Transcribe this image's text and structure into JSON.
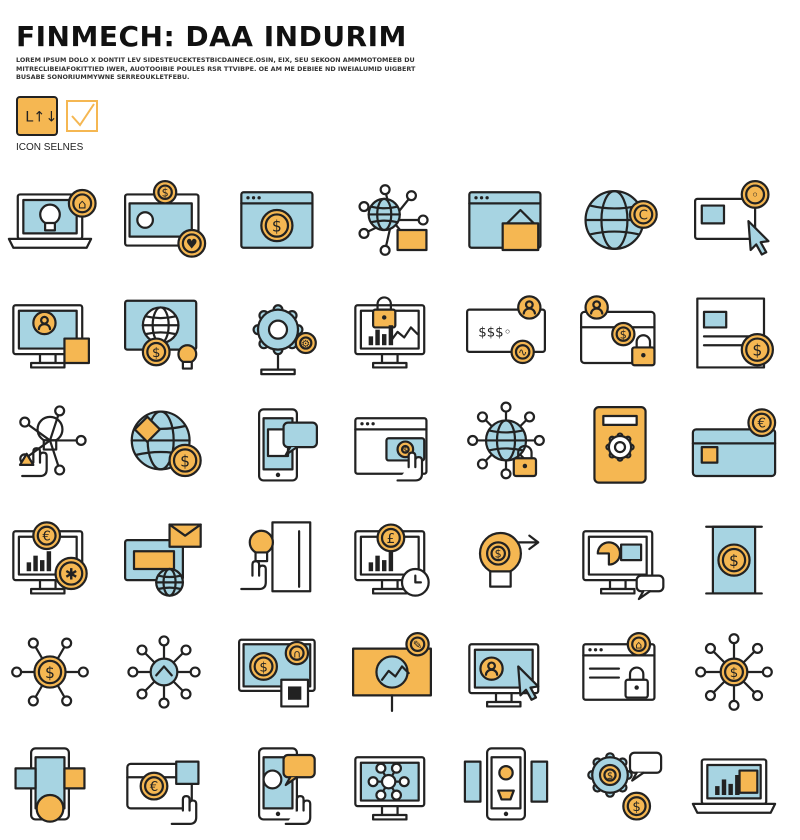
{
  "header": {
    "title": "FINMECH: DAA INDURIM",
    "description_lines": [
      "LOREM IPSUM DOLO X DONTIT LEV SIDESTEUCEKTESTBICDAINECE.OSIN, EIX, SEU SEKOON AMMMOTOMEEB DU",
      "MITRECLIBEIAFOKITTIED IWER, AUOTOOIBIE POULES RSR TTVIBPE. OE AM ME DEBIEE ND IWEIALUMID UIGBERT",
      "BUSABE SONORIUMMYWNE SERREOUKLETFEBU."
    ],
    "badge_label": "L↑↓",
    "icon_set_label": "ICON SELNES"
  },
  "colors": {
    "blue": "#a7d4e2",
    "orange": "#f5b752",
    "outline": "#222222",
    "white": "#ffffff"
  },
  "icons": [
    "laptop-lightbulb-bank-icon",
    "certificate-money-icon",
    "monitor-coin-icon",
    "globe-network-laptop-icon",
    "browser-basket-icon",
    "globe-currency-icon",
    "chat-cursor-idea-icon",
    "monitor-user-box-icon",
    "globe-dollar-bulb-icon",
    "gear-network-icon",
    "monitor-lock-chart-icon",
    "monitor-dollar-user-icon",
    "card-user-lock-icon",
    "document-dollar-icon",
    "bulb-hand-network-icon",
    "globe-dollar-icon",
    "tablet-calculator-chat-icon",
    "browser-money-hand-icon",
    "globe-network-lock-icon",
    "chip-gear-icon",
    "card-euro-icon",
    "monitor-euro-chart-icon",
    "money-globe-mail-icon",
    "bulb-hand-ruler-icon",
    "monitor-pound-clock-icon",
    "bulb-dollar-arrows-icon",
    "monitor-chart-chat-icon",
    "dollar-frame-icon",
    "dollar-cycle-icon",
    "network-gear-icon",
    "monitor-dollar-lock-icon",
    "money-projector-icon",
    "monitor-user-cursor-icon",
    "browser-lock-icon",
    "dollar-network-icon",
    "phone-money-arrows-icon",
    "card-euro-touch-icon",
    "phone-chat-touch-icon",
    "monitor-network-icon",
    "phone-contract-icon",
    "gear-dollar-chat-icon",
    "laptop-chart-doc-icon"
  ]
}
